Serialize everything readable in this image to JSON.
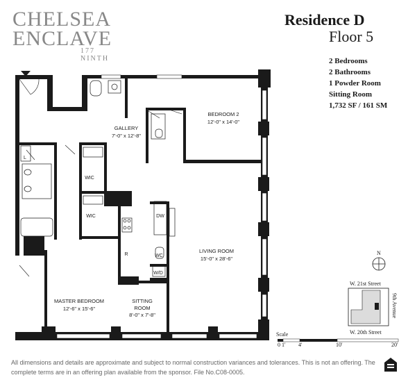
{
  "brand": {
    "line1": "CHELSEA",
    "line2": "ENCLAVE",
    "line3": "177 NINTH"
  },
  "header": {
    "residence": "Residence D",
    "floor": "Floor 5"
  },
  "specs": [
    "2 Bedrooms",
    "2 Bathrooms",
    "1 Powder Room",
    "Sitting Room",
    "1,732 SF / 161 SM"
  ],
  "rooms": {
    "bedroom2": {
      "name": "BEDROOM 2",
      "dims": "12'-0\" x 14'-0\""
    },
    "gallery": {
      "name": "GALLERY",
      "dims": "7'-0\" x 12'-8\""
    },
    "living": {
      "name": "LIVING ROOM",
      "dims": "15'-0\" x 28'-6\""
    },
    "master": {
      "name": "MASTER BEDROOM",
      "dims": "12'-6\" x 15'-6\""
    },
    "sitting": {
      "name": "SITTING",
      "name2": "ROOM",
      "dims": "8'-0\" x 7'-8\""
    },
    "wic1": "WIC",
    "wic2": "WIC",
    "dw": "DW",
    "wc": "WC",
    "wd": "W/D",
    "r": "R",
    "l": "L"
  },
  "keyplan": {
    "north": "N",
    "street_top": "W. 21st Street",
    "street_bottom": "W. 20th Street",
    "avenue": "9th Avenue"
  },
  "scale": {
    "label": "Scale",
    "ticks": [
      "0 1'",
      "4'",
      "10'",
      "20'"
    ]
  },
  "disclaimer": "All dimensions and details are approximate and subject to normal construction variances and tolerances. This is not an offering. The complete terms are in an offering plan available from the sponsor. File No.C08-0005."
}
